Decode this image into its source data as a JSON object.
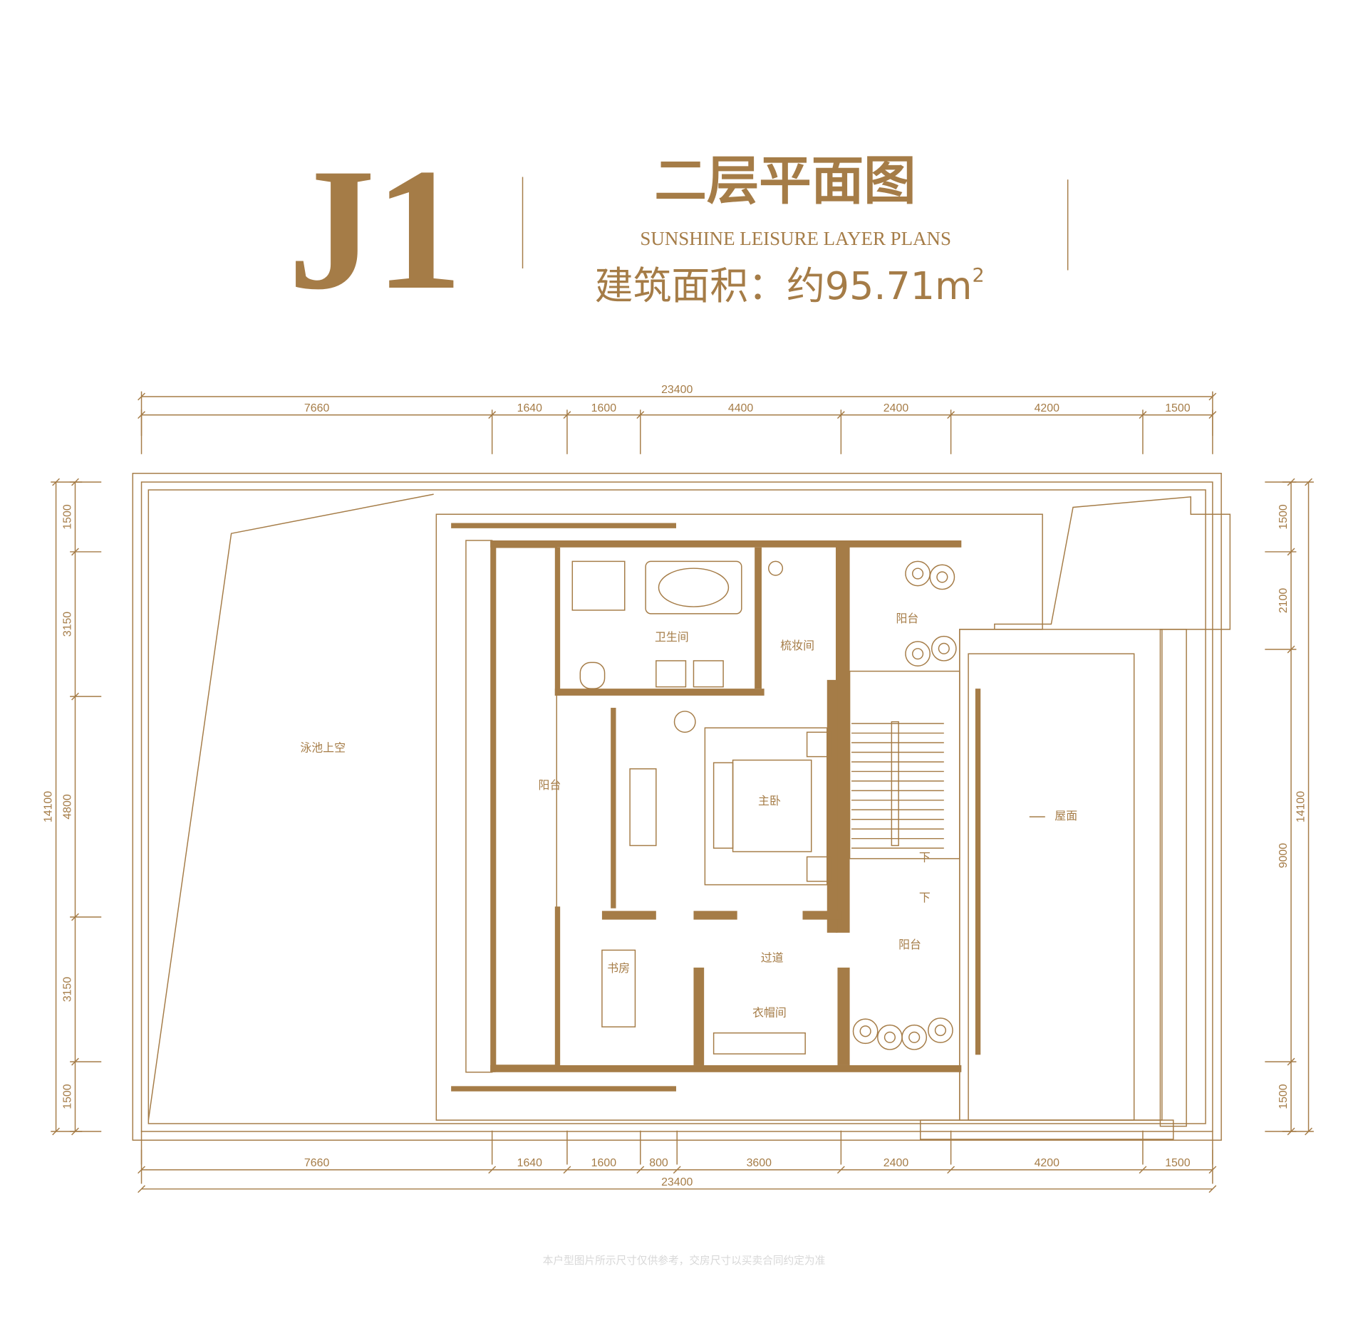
{
  "header": {
    "unit_code": "J1",
    "title_cn": "二层平面图",
    "title_en": "SUNSHINE LEISURE LAYER PLANS",
    "area_label": "建筑面积：约95.71m",
    "area_sup": "2"
  },
  "colors": {
    "accent": "#a57c47",
    "footer": "#d8d8d8"
  },
  "dimensions": {
    "top_total": "23400",
    "top": [
      "7660",
      "1640",
      "1600",
      "4400",
      "2400",
      "4200",
      "1500"
    ],
    "bottom": [
      "7660",
      "1640",
      "1600",
      "800",
      "3600",
      "2400",
      "4200",
      "1500"
    ],
    "bottom_total": "23400",
    "left_total": "14100",
    "left": [
      "1500",
      "3150",
      "4800",
      "3150",
      "1500"
    ],
    "right_total": "14100",
    "right": [
      "1500",
      "2100",
      "9000",
      "1500"
    ]
  },
  "rooms": {
    "pool_void": "泳池上空",
    "balcony_west": "阳台",
    "bathroom": "卫生间",
    "dressing": "梳妆间",
    "balcony_ne": "阳台",
    "master_bedroom": "主卧",
    "roof": "屋面",
    "study": "书房",
    "corridor": "过道",
    "cloakroom": "衣帽间",
    "balcony_se": "阳台",
    "down1": "下",
    "down2": "下"
  },
  "footer": {
    "disclaimer": "本户型图片所示尺寸仅供参考，交房尺寸以买卖合同约定为准"
  }
}
